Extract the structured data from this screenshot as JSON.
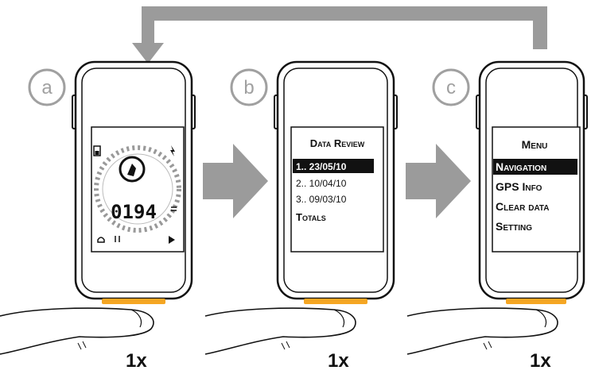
{
  "colors": {
    "arrow": "#9b9b9b",
    "step_circle": "#a0a0a0",
    "button": "#f5a623",
    "outline": "#111111"
  },
  "steps": [
    {
      "letter": "a",
      "screen": "clock",
      "readout": "0194",
      "press_count": "1x"
    },
    {
      "letter": "b",
      "screen": "list",
      "title": "Data Review",
      "items": [
        "1.. 23/05/10",
        "2.. 10/04/10",
        "3.. 09/03/10"
      ],
      "footer": "Totals",
      "selected_index": 0,
      "press_count": "1x"
    },
    {
      "letter": "c",
      "screen": "menu",
      "title": "Menu",
      "items": [
        "Navigation",
        "GPS Info",
        "Clear data",
        "Setting"
      ],
      "selected_index": 0,
      "press_count": "1x"
    }
  ]
}
